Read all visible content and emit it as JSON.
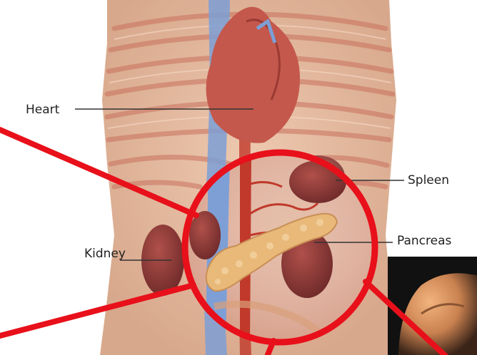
{
  "labels": {
    "heart": "Heart",
    "spleen": "Spleen",
    "pancreas": "Pancreas",
    "kidney": "Kidney"
  },
  "colors": {
    "highlight": "#e8101a",
    "leader": "#333333",
    "skin": "#e6c3ab",
    "muscle": "#c9715e",
    "vein": "#7d9fd6",
    "artery": "#c0392b",
    "pancreas": "#e9b97a",
    "organ": "#8e3a38"
  },
  "icons": {
    "torso": "anatomy-illustration",
    "inset": "muscular-torso-photo"
  }
}
